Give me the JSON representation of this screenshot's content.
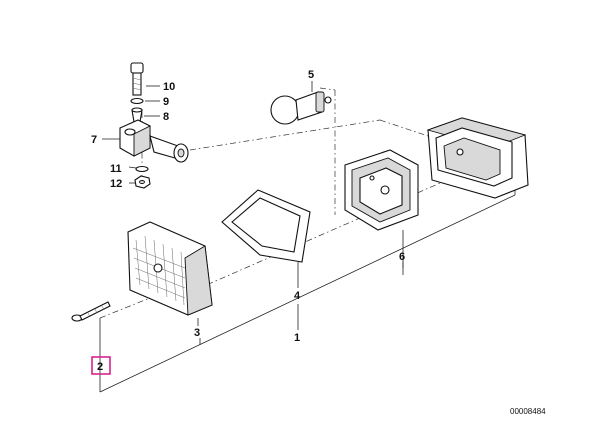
{
  "callouts": {
    "c1": "1",
    "c2": "2",
    "c3": "3",
    "c4": "4",
    "c5": "5",
    "c6": "6",
    "c7": "7",
    "c8": "8",
    "c9": "9",
    "c10": "10",
    "c11": "11",
    "c12": "12"
  },
  "highlighted_callout": "2",
  "highlight_color": "#d6248e",
  "reference_number": "00008484"
}
